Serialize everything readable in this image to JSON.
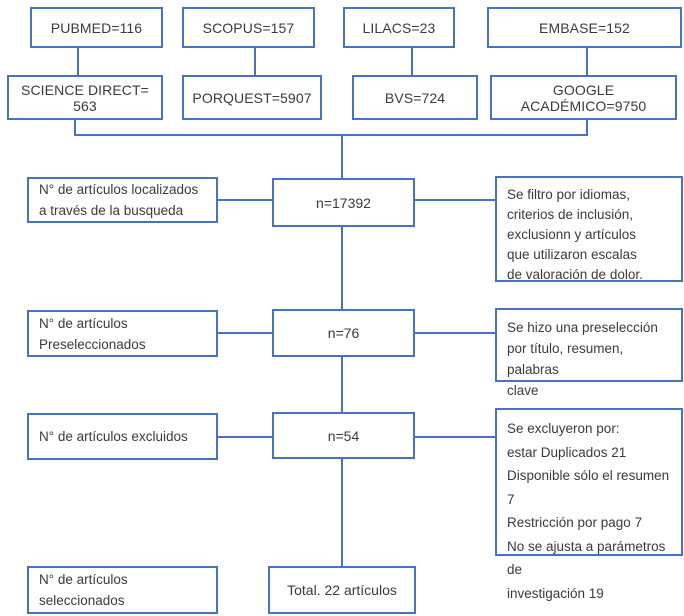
{
  "diagram_title": "PRISMA-style article selection flow diagram",
  "colors": {
    "box_border": "#4472c4",
    "connector_line": "#4472c4",
    "text": "#3a3a3a",
    "background": "#ffffff"
  },
  "sources": {
    "row1": [
      "PUBMED=116",
      "SCOPUS=157",
      "LILACS=23",
      "EMBASE=152"
    ],
    "row2": [
      "SCIENCE DIRECT= 563",
      "PORQUEST=5907",
      "BVS=724",
      "GOOGLE ACADÉMICO=9750"
    ]
  },
  "stages": [
    {
      "left": "N° de artículos localizados\na través de la busqueda",
      "center": "n=17392",
      "right": "Se filtro por idiomas,\ncriterios de inclusión,\nexclusionn y artículos\nque utilizaron escalas\nde valoración de dolor."
    },
    {
      "left": "N° de artículos\nPreseleccionados",
      "center": "n=76",
      "right": "Se hizo una preselección\npor título, resumen, palabras\nclave"
    },
    {
      "left": "N° de artículos excluidos",
      "center": "n=54",
      "right": "Se excluyeron por:\nestar Duplicados 21\nDisponible sólo el resumen 7\nRestricción por pago 7\nNo se ajusta a parámetros de\ninvestigación 19"
    }
  ],
  "final": {
    "left": "N° de artículos seleccionados",
    "center": "Total. 22 artículos"
  }
}
